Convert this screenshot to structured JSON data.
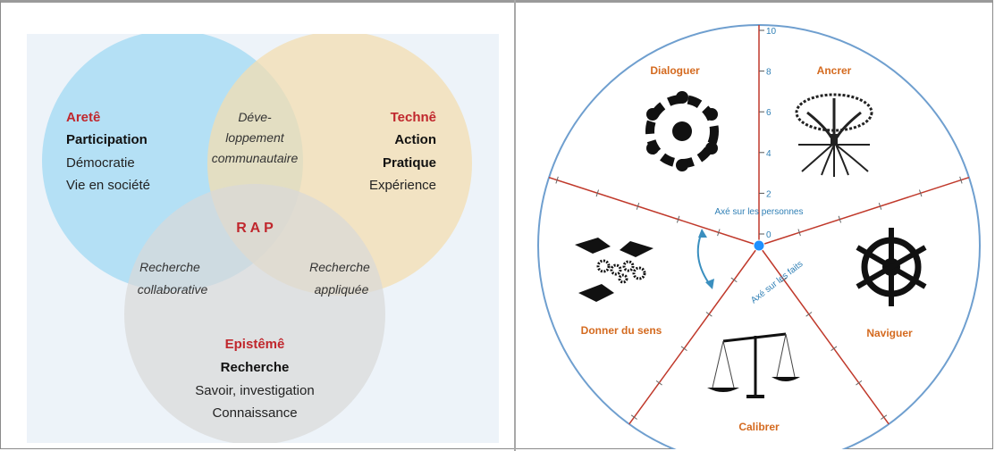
{
  "venn": {
    "arete": {
      "title": "Aretê",
      "line1": "Participation",
      "line2": "Démocratie",
      "line3": "Vie en société"
    },
    "techne": {
      "title": "Technê",
      "line1": "Action",
      "line2": "Pratique",
      "line3": "Expérience"
    },
    "episteme": {
      "title": "Epistêmê",
      "line1": "Recherche",
      "line2": "Savoir, investigation",
      "line3": "Connaissance"
    },
    "overlap_top": {
      "l1": "Déve-",
      "l2": "loppement",
      "l3": "communautaire"
    },
    "overlap_left": {
      "l1": "Recherche",
      "l2": "collaborative"
    },
    "overlap_right": {
      "l1": "Recherche",
      "l2": "appliquée"
    },
    "center": "R A P",
    "colors": {
      "blue": "#a9dcf4",
      "orange": "#f3ddb0",
      "grey": "#dcdcdc",
      "red": "#c0272d"
    }
  },
  "wheel": {
    "segments": {
      "dialoguer": "Dialoguer",
      "ancrer": "Ancrer",
      "naviguer": "Naviguer",
      "calibrer": "Calibrer",
      "donner_sens": "Donner du sens"
    },
    "axis_people": "Axé sur les personnes",
    "axis_facts": "Axé sur les faits",
    "scale_ticks": [
      "0",
      "2",
      "4",
      "6",
      "8",
      "10"
    ],
    "colors": {
      "label": "#d46a1f",
      "rim": "#6f9fcf",
      "spoke": "#c0392b",
      "axis": "#2f7fb5",
      "hub": "#1e90ff"
    }
  }
}
